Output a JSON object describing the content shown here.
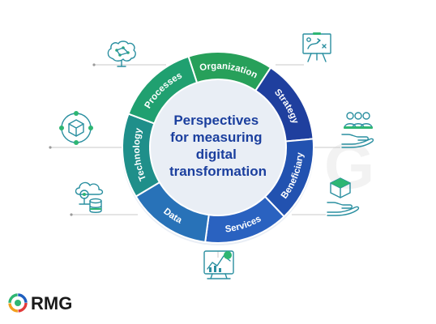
{
  "diagram": {
    "center_lines": [
      "Perspectives",
      "for measuring",
      "digital",
      "transformation"
    ],
    "segments": [
      {
        "label": "Organization",
        "color": "#27a05a"
      },
      {
        "label": "Strategy",
        "color": "#1f3f9e"
      },
      {
        "label": "Beneficiary",
        "color": "#2252b0"
      },
      {
        "label": "Services",
        "color": "#2a62c0"
      },
      {
        "label": "Data",
        "color": "#2872b8"
      },
      {
        "label": "Technology",
        "color": "#1f8f8a"
      },
      {
        "label": "Processes",
        "color": "#20a070"
      }
    ]
  },
  "icons": [
    {
      "name": "brain-network-icon"
    },
    {
      "name": "strategy-board-icon"
    },
    {
      "name": "cube-network-icon"
    },
    {
      "name": "team-hand-icon"
    },
    {
      "name": "cloud-database-icon"
    },
    {
      "name": "box-hand-icon"
    },
    {
      "name": "data-chart-icon"
    }
  ],
  "logo": {
    "text": "RMG",
    "colors": [
      "#e23b3b",
      "#f2a01e",
      "#2eb673",
      "#1f5fbf"
    ]
  },
  "watermark": "G"
}
